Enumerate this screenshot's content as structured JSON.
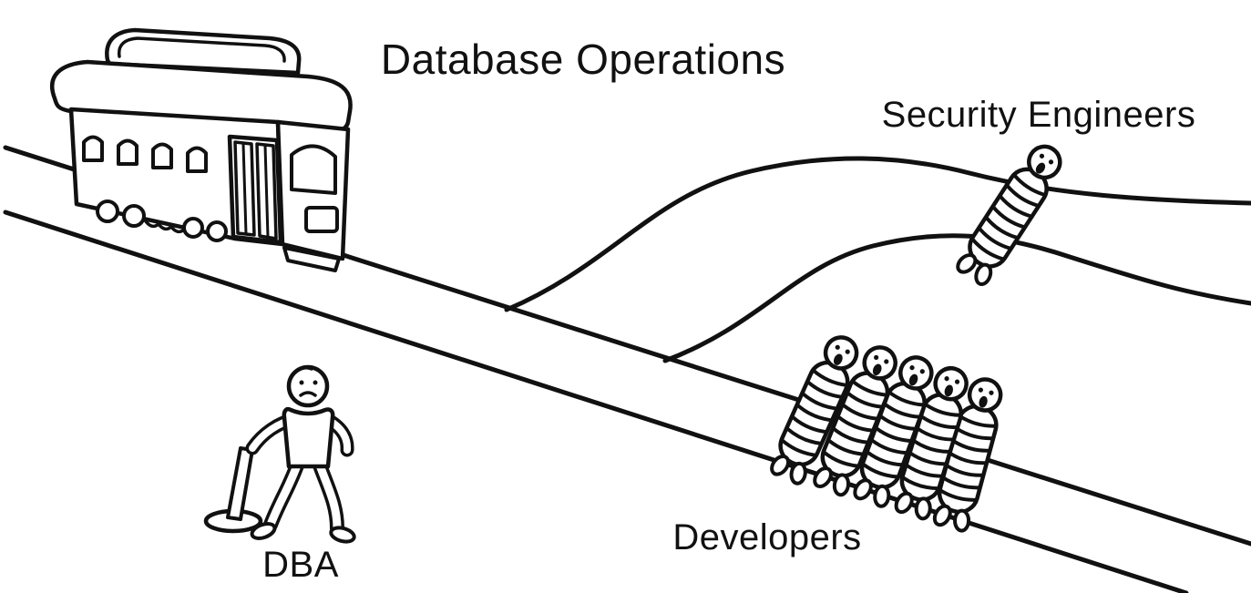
{
  "labels": {
    "database_operations": "Database Operations",
    "security_engineers": "Security Engineers",
    "developers": "Developers",
    "dba": "DBA"
  },
  "colors": {
    "ink": "#111111",
    "background": "#ffffff"
  },
  "scene": {
    "icons": [
      "trolley-icon",
      "track-icon",
      "branch-track-icon",
      "lever-icon",
      "tied-person-icon"
    ],
    "developers_on_track_count": 5,
    "security_engineers_on_track_count": 1
  }
}
